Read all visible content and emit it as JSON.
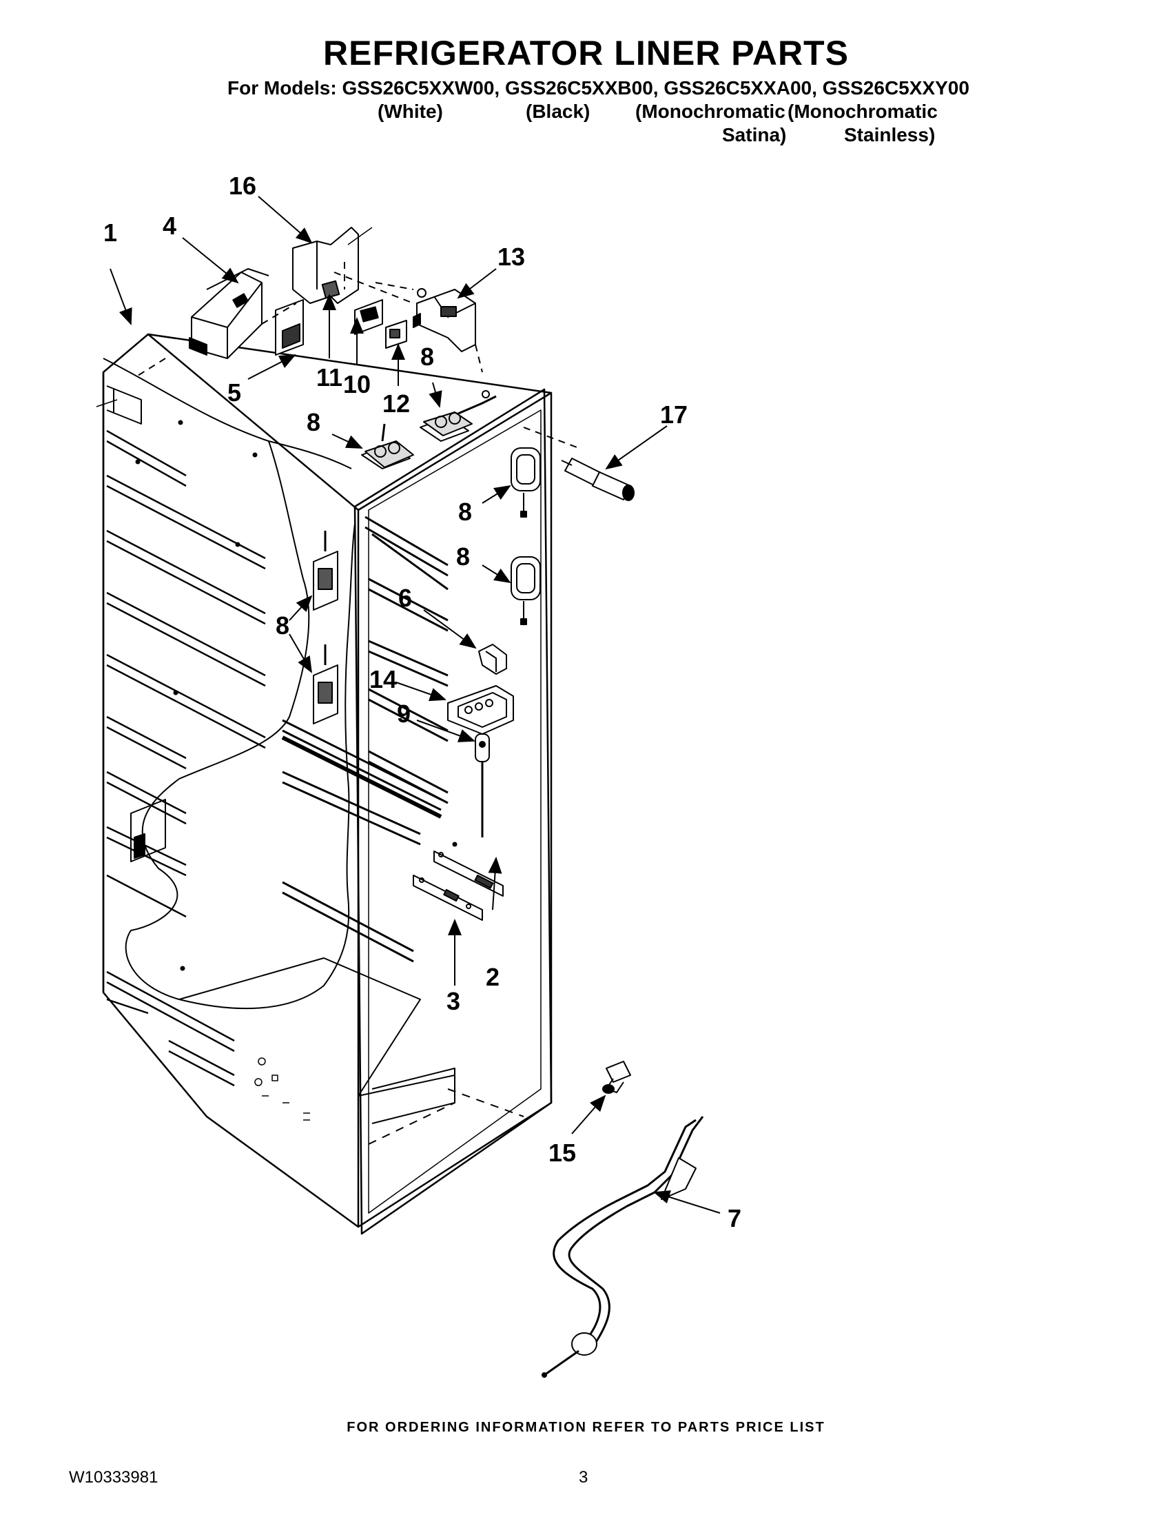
{
  "header": {
    "title": "REFRIGERATOR LINER PARTS",
    "models_line": "For Models: GSS26C5XXW00, GSS26C5XXB00, GSS26C5XXA00, GSS26C5XXY00",
    "variants": {
      "white": "(White)",
      "black": "(Black)",
      "mono_satina_1": "(Monochromatic",
      "mono_satina_2": "Satina)",
      "mono_stainless_1": "(Monochromatic",
      "mono_stainless_2": "Stainless)"
    }
  },
  "callouts": {
    "c1": "1",
    "c2": "2",
    "c3": "3",
    "c4": "4",
    "c5": "5",
    "c6": "6",
    "c7": "7",
    "c8a": "8",
    "c8b": "8",
    "c8c": "8",
    "c8d": "8",
    "c8e": "8",
    "c9": "9",
    "c10": "10",
    "c11": "11",
    "c12": "12",
    "c13": "13",
    "c14": "14",
    "c15": "15",
    "c16": "16",
    "c17": "17"
  },
  "footer": {
    "note": "FOR ORDERING INFORMATION REFER TO PARTS PRICE LIST",
    "doc_number": "W10333981",
    "page": "3"
  }
}
